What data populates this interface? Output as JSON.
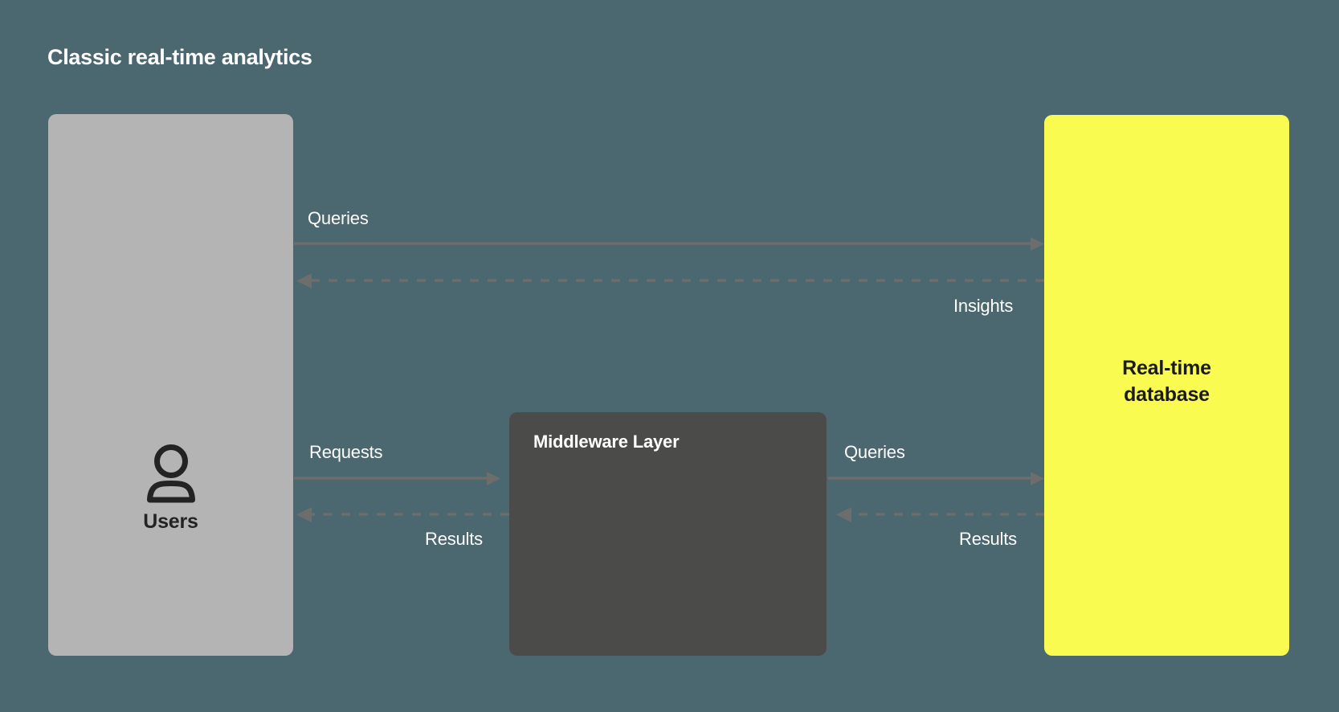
{
  "title": "Classic real-time analytics",
  "theme": {
    "background": "#4b6770",
    "users_box": "#b4b4b4",
    "middleware_box": "#4b4b4a",
    "database_box": "#f9fb50",
    "edge_stroke": "#6d6d6b",
    "label_text": "#ffffff",
    "dark_text": "#1b1b1b"
  },
  "nodes": {
    "users": {
      "label": "Users",
      "icon": "user-icon"
    },
    "middleware": {
      "label": "Middleware Layer"
    },
    "database": {
      "label_line1": "Real-time",
      "label_line2": "database"
    }
  },
  "edges": [
    {
      "id": "users-to-database-queries",
      "label": "Queries",
      "style": "solid",
      "direction": "right"
    },
    {
      "id": "database-to-users-insights",
      "label": "Insights",
      "style": "dashed",
      "direction": "left"
    },
    {
      "id": "users-to-middleware-requests",
      "label": "Requests",
      "style": "solid",
      "direction": "right"
    },
    {
      "id": "middleware-to-users-results",
      "label": "Results",
      "style": "dashed",
      "direction": "left"
    },
    {
      "id": "middleware-to-database-queries",
      "label": "Queries",
      "style": "solid",
      "direction": "right"
    },
    {
      "id": "database-to-middleware-results",
      "label": "Results",
      "style": "dashed",
      "direction": "left"
    }
  ]
}
